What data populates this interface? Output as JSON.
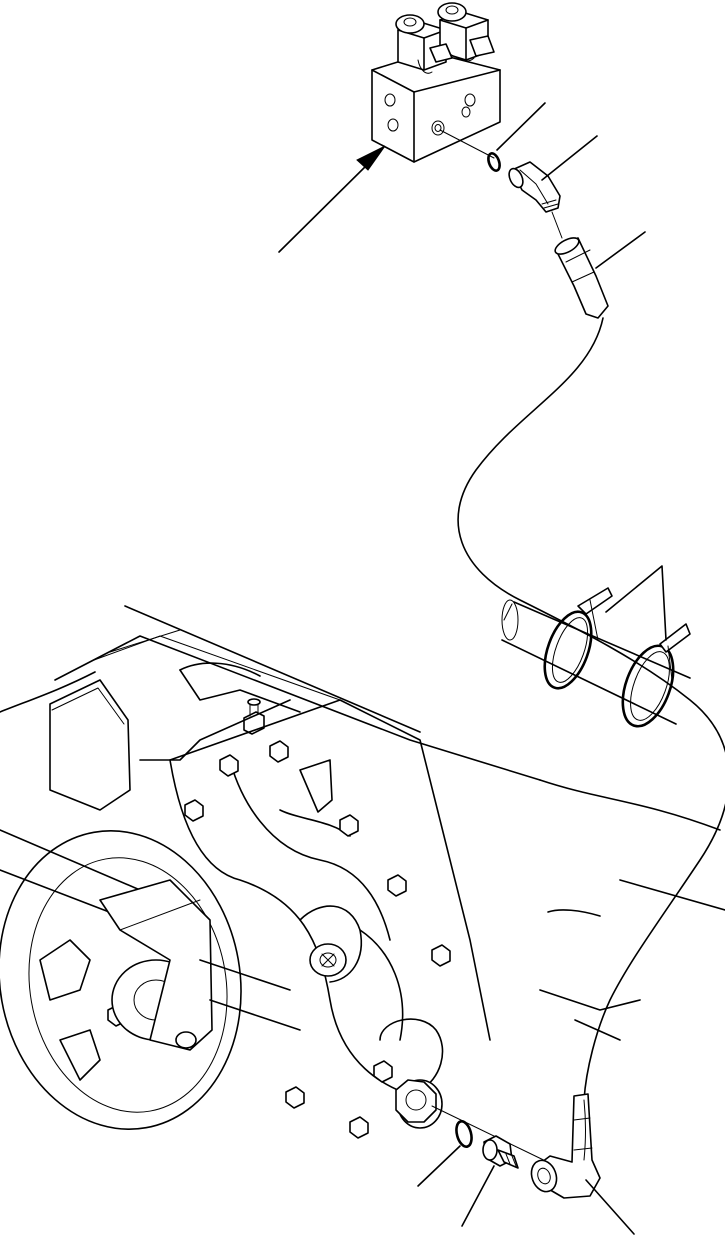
{
  "figure": {
    "background": "#ffffff",
    "ink": "#000000",
    "labels_printed": []
  },
  "parts": {
    "valve_block": "valve-block",
    "upper_o_ring": "o-ring",
    "upper_elbow_fitting": "elbow-fitting",
    "upper_hose_end": "hose-end",
    "hose": "hose",
    "clamps": "clamp",
    "axle_housing": "axle-housing",
    "brake_disc": "brake-disc",
    "lower_o_ring": "o-ring",
    "lower_adapter": "adapter-fitting",
    "lower_elbow": "elbow-hose-end"
  }
}
